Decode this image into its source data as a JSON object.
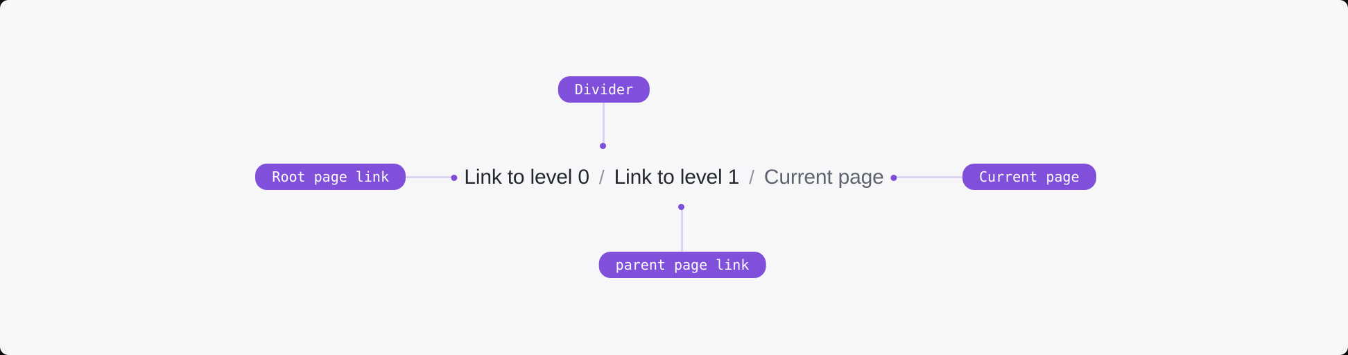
{
  "colors": {
    "accent": "#8150da",
    "badge_text": "#fdfdff",
    "connector": "#ddd2f5",
    "dot": "#7d4ed8",
    "panel_bg": "#f7f7f9",
    "outer_bg": "#0a0a0b",
    "link_text": "#23272e",
    "separator_text": "#8f949c",
    "current_text": "#5e646f"
  },
  "breadcrumb": {
    "separator": "/",
    "items": [
      {
        "label": "Link to level 0",
        "type": "link"
      },
      {
        "label": "Link to level 1",
        "type": "link"
      },
      {
        "label": "Current page",
        "type": "current"
      }
    ]
  },
  "annotations": {
    "divider_label": "Divider",
    "root_label": "Root page link",
    "current_label": "Current page",
    "parent_label": "parent page link"
  }
}
